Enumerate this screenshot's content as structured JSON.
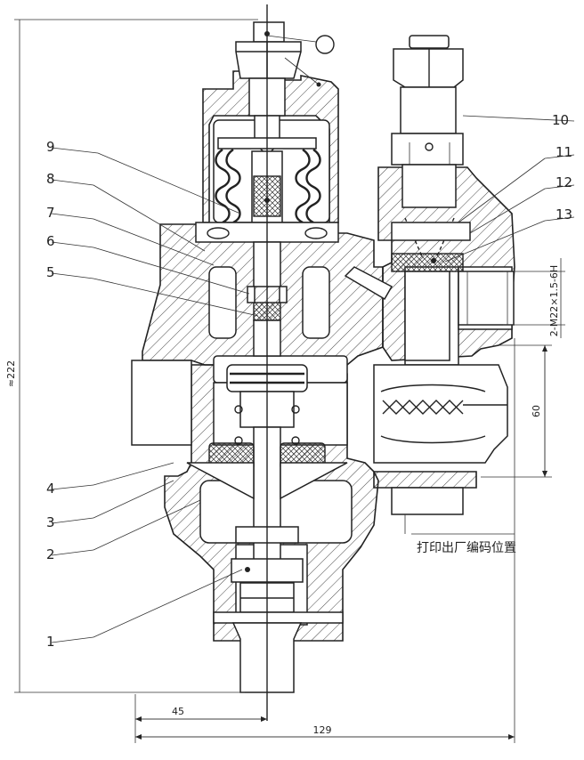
{
  "labels": {
    "l1": "1",
    "l2": "2",
    "l3": "3",
    "l4": "4",
    "l5": "5",
    "l6": "6",
    "l7": "7",
    "l8": "8",
    "l9": "9",
    "l10": "10",
    "l11": "11",
    "l12": "12",
    "l13": "13"
  },
  "dimensions": {
    "height": "≈222",
    "width_45": "45",
    "width_129": "129",
    "height_60": "60",
    "thread": "2-M22×1.5-6H"
  },
  "note": "打印出厂编码位置"
}
